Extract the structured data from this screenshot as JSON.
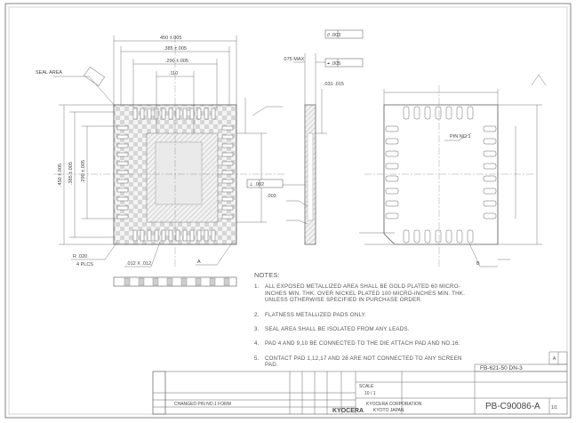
{
  "drawing": {
    "dims_top": [
      "450 ±.005",
      ".385 ±.005",
      ".290 ±.005",
      ".110"
    ],
    "dims_side": [
      ".075 MAX",
      ".031 .015",
      ".003"
    ],
    "dims_left": [
      ".450 ±.005",
      ".385 ±.005",
      ".290 ±.005"
    ],
    "labels": {
      "pin1": "PIN NO.1",
      "seal_note": "SEAL AREA",
      "radius": "R .020",
      "places": "4 PLCS",
      "chamfer": ".012 X .012",
      "view_left": "A",
      "view_right": "B",
      "fcf_1": "// .003",
      "fcf_2": "⌖ .005",
      "fcf_3": "⊥ .002"
    }
  },
  "notes": {
    "header": "NOTES:",
    "items": [
      {
        "n": "1.",
        "text": "ALL EXPOSED METALLIZED AREA SHALL BE GOLD PLATED 60 MICRO-INCHES MIN. THK. OVER NICKEL PLATED 100 MICRO-INCHES MIN. THK. UNLESS OTHERWISE SPECIFIED IN PURCHASE ORDER."
      },
      {
        "n": "2.",
        "text": "FLATNESS METALLIZED PADS ONLY."
      },
      {
        "n": "3.",
        "text": "SEAL AREA SHALL BE ISOLATED FROM ANY LEADS."
      },
      {
        "n": "4.",
        "text": "PAD 4 AND 9,10 BE CONNECTED TO THE DIE ATTACH PAD AND NO.16."
      },
      {
        "n": "5.",
        "text": "CONTACT PAD 1,12,17 AND 28 ARE NOT CONNECTED TO ANY SCREEN PAD."
      }
    ]
  },
  "title_block": {
    "part_number_top": "FB-621-50  DN-3",
    "drawing_number": "PB-C90086-A",
    "company": "KYOCERA CORPORATION",
    "company_sub": "KYOTO JAPAN",
    "logo": "KYOCERA",
    "scale_label": "SCALE",
    "scale_value": "10 / 1",
    "revision": "A",
    "sheet": "1/1",
    "rev_note": "CHANGED PIN NO.1 FORM"
  }
}
